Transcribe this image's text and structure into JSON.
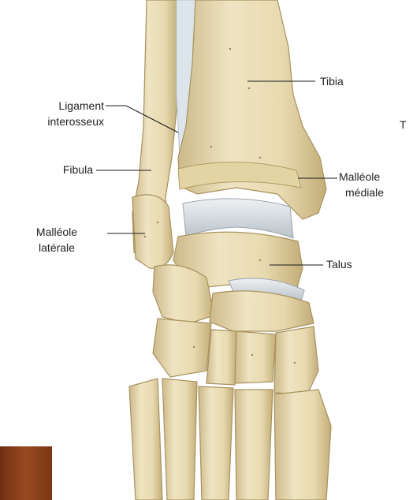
{
  "labels": {
    "ligament_line1": "Ligament",
    "ligament_line2": "interosseux",
    "fibula": "Fibula",
    "malleole_laterale_line1": "Malléole",
    "malleole_laterale_line2": "latérale",
    "tibia": "Tibia",
    "malleole_mediale_line1": "Malléole",
    "malleole_mediale_line2": "médiale",
    "talus": "Talus",
    "cut_letter": "T"
  },
  "colors": {
    "bone": "#e9dcb2",
    "bone_shadow": "#bda873",
    "cartilage": "#c9cfd4",
    "ligament": "#d9e2ea",
    "wood": "#8b3f1c",
    "line": "#1a1a1a"
  }
}
